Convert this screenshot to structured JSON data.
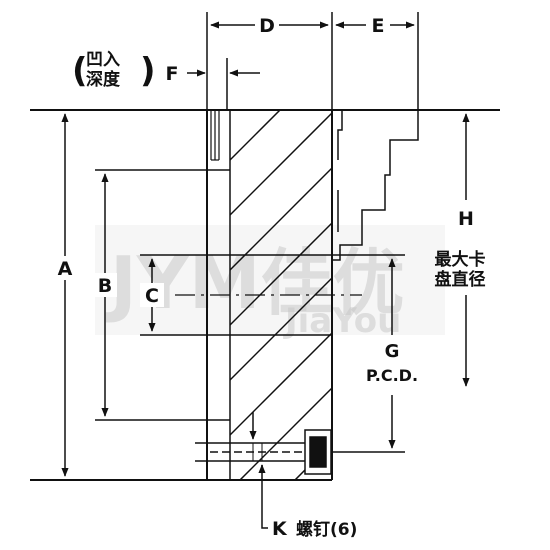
{
  "labels": {
    "A": "A",
    "B": "B",
    "C": "C",
    "D": "D",
    "E": "E",
    "F": "F",
    "G": "G",
    "pcd": "P.C.D.",
    "H": "H",
    "K": "K"
  },
  "notes": {
    "recess_line1": "凹入",
    "recess_line2": "深度",
    "paren_open": "(",
    "paren_close": ")",
    "max_chuck_line1": "最大卡",
    "max_chuck_line2": "盘直径",
    "screws": "螺钉(6)"
  },
  "watermark": {
    "logo": "JYM佳优",
    "sub": "JiaYou"
  },
  "colors": {
    "line": "#111111",
    "watermark": "#c9c9c9"
  }
}
